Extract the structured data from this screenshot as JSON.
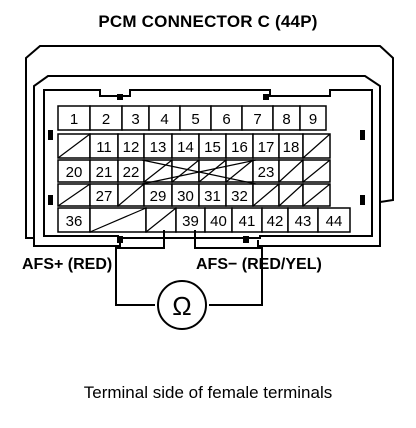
{
  "title": "PCM CONNECTOR C (44P)",
  "caption": "Terminal side of female terminals",
  "probe_labels": {
    "left": "AFS+ (RED)",
    "right": "AFS− (RED/YEL)"
  },
  "meter_symbol": "Ω",
  "rows": [
    [
      "1",
      "2",
      "3",
      "4",
      "5",
      "6",
      "7",
      "8",
      "9"
    ],
    [
      "",
      "11",
      "12",
      "13",
      "14",
      "15",
      "16",
      "17",
      "18",
      ""
    ],
    [
      "20",
      "21",
      "22",
      "",
      "",
      "",
      "",
      "23",
      "",
      ""
    ],
    [
      "",
      "27",
      "",
      "29",
      "30",
      "31",
      "32",
      "",
      "",
      ""
    ],
    [
      "36",
      "",
      "",
      "39",
      "40",
      "41",
      "42",
      "43",
      "44"
    ]
  ],
  "highlighted_terminals": [
    "39",
    "40"
  ]
}
